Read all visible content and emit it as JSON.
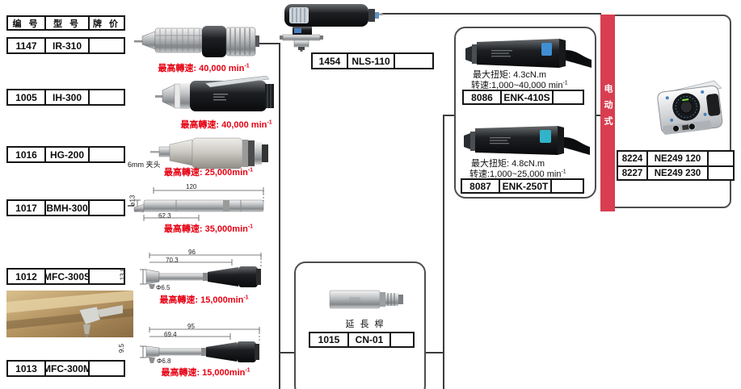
{
  "colors": {
    "red_text": "#e60012",
    "banner_bg": "#d83e50",
    "line": "#3c3c3c"
  },
  "header_table": {
    "cols": [
      "编 号",
      "型 号",
      "牌 价"
    ]
  },
  "left_items": [
    {
      "id": "1147",
      "model": "IR-310",
      "price": "",
      "speed": "最高轉速: 40,000 min",
      "speed_sup": "-1"
    },
    {
      "id": "1005",
      "model": "IH-300",
      "price": "",
      "speed": "最高轉速: 40,000 min",
      "speed_sup": "-1"
    },
    {
      "id": "1016",
      "model": "HG-200",
      "price": "",
      "note": "6mm 夹头",
      "speed": "最高轉速: 25,000min",
      "speed_sup": "-1"
    },
    {
      "id": "1017",
      "model": "BMH-300",
      "price": "",
      "speed": "最高轉速: 35,000min",
      "speed_sup": "-1",
      "dims": {
        "overall_length": "120",
        "front_length": "62.3",
        "diameter": "⌀13"
      }
    },
    {
      "id": "1012",
      "model": "MFC-300S",
      "price": "",
      "speed": "最高轉速: 15,000min",
      "speed_sup": "-1",
      "dims": {
        "overall_length": "96",
        "front_length": "70.3",
        "head_height": "13.8",
        "tip_diameter": "Φ6.5"
      }
    },
    {
      "id": "1013",
      "model": "MFC-300M",
      "price": "",
      "speed": "最高轉速: 15,000min",
      "speed_sup": "-1",
      "dims": {
        "overall_length": "95",
        "front_length": "69.4",
        "head_height": "9.5",
        "tip_diameter": "Φ6.8"
      }
    }
  ],
  "nutrunner": {
    "id": "1454",
    "model": "NLS-110",
    "price": ""
  },
  "extension": {
    "label": "延 長 桿",
    "id": "1015",
    "model": "CN-01",
    "price": ""
  },
  "motors": [
    {
      "id": "8086",
      "model": "ENK-410S",
      "price": "",
      "torque": "最大扭矩: 4.3cN.m",
      "speed": "转速:1,000~40,000 min",
      "speed_sup": "-1"
    },
    {
      "id": "8087",
      "model": "ENK-250T",
      "price": "",
      "torque": "最大扭矩: 4.8cN.m",
      "speed": "转速:1,000~25,000 min",
      "speed_sup": "-1"
    }
  ],
  "electric": {
    "banner": "电动式",
    "controllers": [
      {
        "id": "8224",
        "model": "NE249 120",
        "price": ""
      },
      {
        "id": "8227",
        "model": "NE249 230",
        "price": ""
      }
    ]
  }
}
